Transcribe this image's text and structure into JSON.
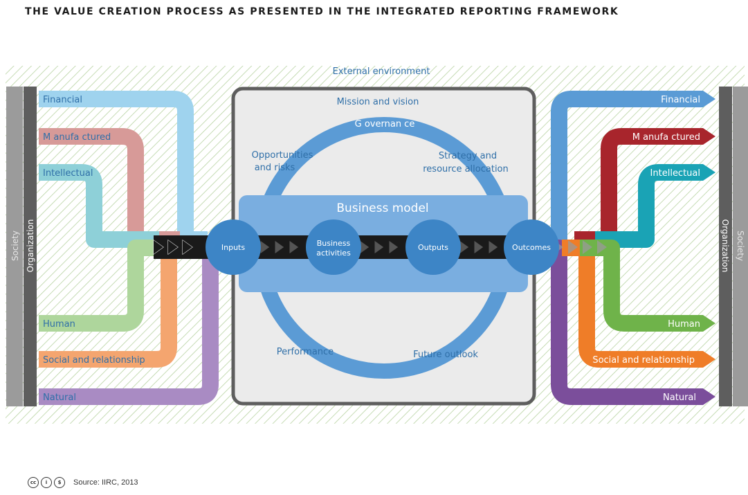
{
  "title": "THE VALUE CREATION PROCESS AS PRESENTED IN THE INTEGRATED REPORTING FRAMEWORK",
  "external_environment": "External environment",
  "side_labels": {
    "organization": "Organization",
    "society": "Society"
  },
  "inputs": [
    {
      "label": "Financial",
      "color": "#9fd3ee"
    },
    {
      "label": "M anufa ctured",
      "color": "#d79a98"
    },
    {
      "label": "Intellectual",
      "color": "#8ed0d8"
    },
    {
      "label": "Human",
      "color": "#aed69c"
    },
    {
      "label": "Social and relationship",
      "color": "#f4a56f"
    },
    {
      "label": "Natural",
      "color": "#a98bc3"
    }
  ],
  "outputs": [
    {
      "label": "Financial",
      "color": "#5a9bd5"
    },
    {
      "label": "M anufa ctured",
      "color": "#a8252c"
    },
    {
      "label": "Intellectual",
      "color": "#1aa3b5"
    },
    {
      "label": "Human",
      "color": "#6fb34a"
    },
    {
      "label": "Social and relationship",
      "color": "#ef7d28"
    },
    {
      "label": "Natural",
      "color": "#7b4e9b"
    }
  ],
  "center": {
    "mission": "Mission and vision",
    "governance": "G overnan ce",
    "opportunities": [
      "Opportunities",
      "and risks"
    ],
    "strategy": [
      "Strategy and",
      "resource allocation"
    ],
    "business_model": "Business model",
    "performance": "Performance",
    "future_outlook": "Future outlook"
  },
  "nodes": {
    "inputs": "Inputs",
    "business_activities": [
      "Business",
      "activities"
    ],
    "outputs": "Outputs",
    "outcomes": "Outcomes"
  },
  "colors": {
    "ring": "#5b9bd5",
    "node": "#3d85c6",
    "business_model_band": "#7aaee0",
    "organization_bar": "#5e5e5e",
    "society_bar": "#9b9b9b",
    "hatch": "#b8d3a2"
  },
  "footer": {
    "license_icons": [
      "cc-icon",
      "by-icon",
      "nc-icon"
    ],
    "license_glyphs": [
      "cc",
      "i",
      "$"
    ],
    "source": "Source: IIRC, 2013"
  }
}
